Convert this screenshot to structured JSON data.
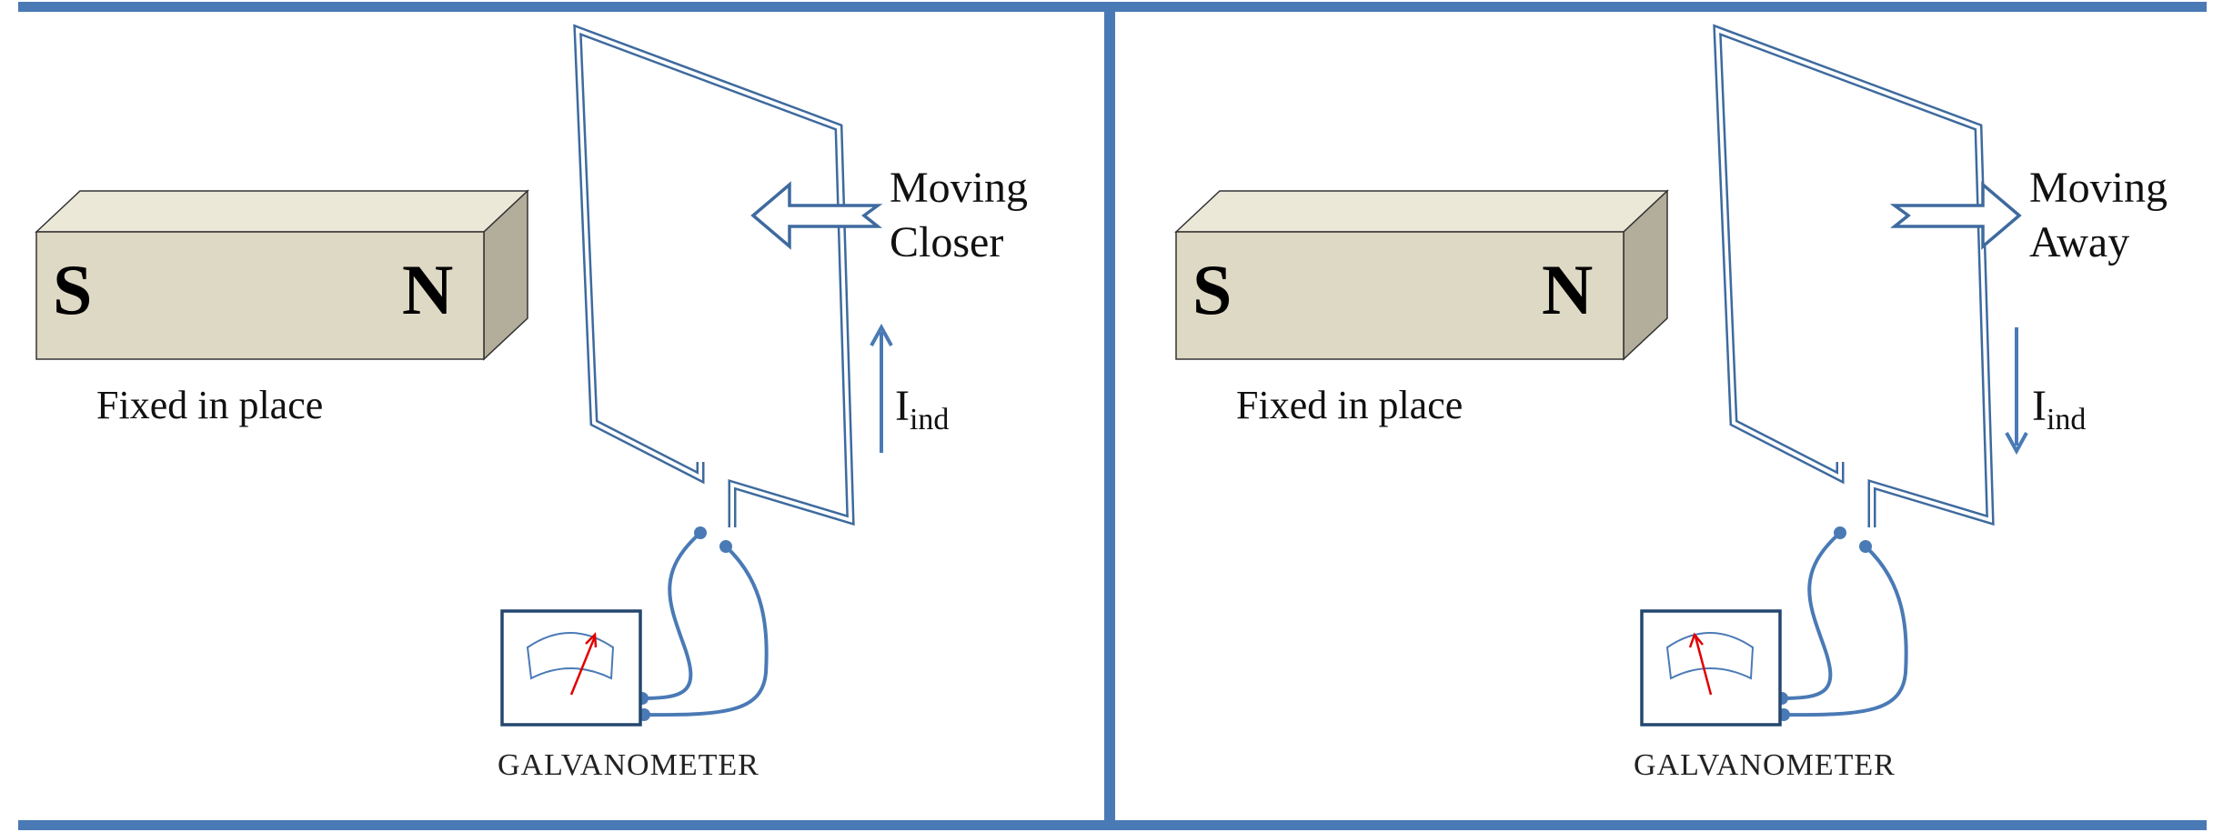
{
  "colors": {
    "frame": "#4a7ab5",
    "wire": "#4a7ab5",
    "loop": "#3e6a9e",
    "magnet_front": "#ded9c4",
    "magnet_top": "#ece8d8",
    "magnet_side": "#b3ae9b",
    "needle": "#e00000",
    "meter_box": "#24476f"
  },
  "panels": [
    {
      "magnet": {
        "south": "S",
        "north": "N",
        "caption": "Fixed in place"
      },
      "motion": {
        "line1": "Moving",
        "line2": "Closer",
        "direction": "toward-magnet"
      },
      "current": {
        "symbol": "I",
        "subscript": "ind",
        "direction": "up"
      },
      "meter": {
        "label": "GALVANOMETER",
        "icon": "galvanometer-icon"
      }
    },
    {
      "magnet": {
        "south": "S",
        "north": "N",
        "caption": "Fixed in place"
      },
      "motion": {
        "line1": "Moving",
        "line2": "Away",
        "direction": "away-from-magnet"
      },
      "current": {
        "symbol": "I",
        "subscript": "ind",
        "direction": "down"
      },
      "meter": {
        "label": "GALVANOMETER",
        "icon": "galvanometer-icon"
      }
    }
  ]
}
